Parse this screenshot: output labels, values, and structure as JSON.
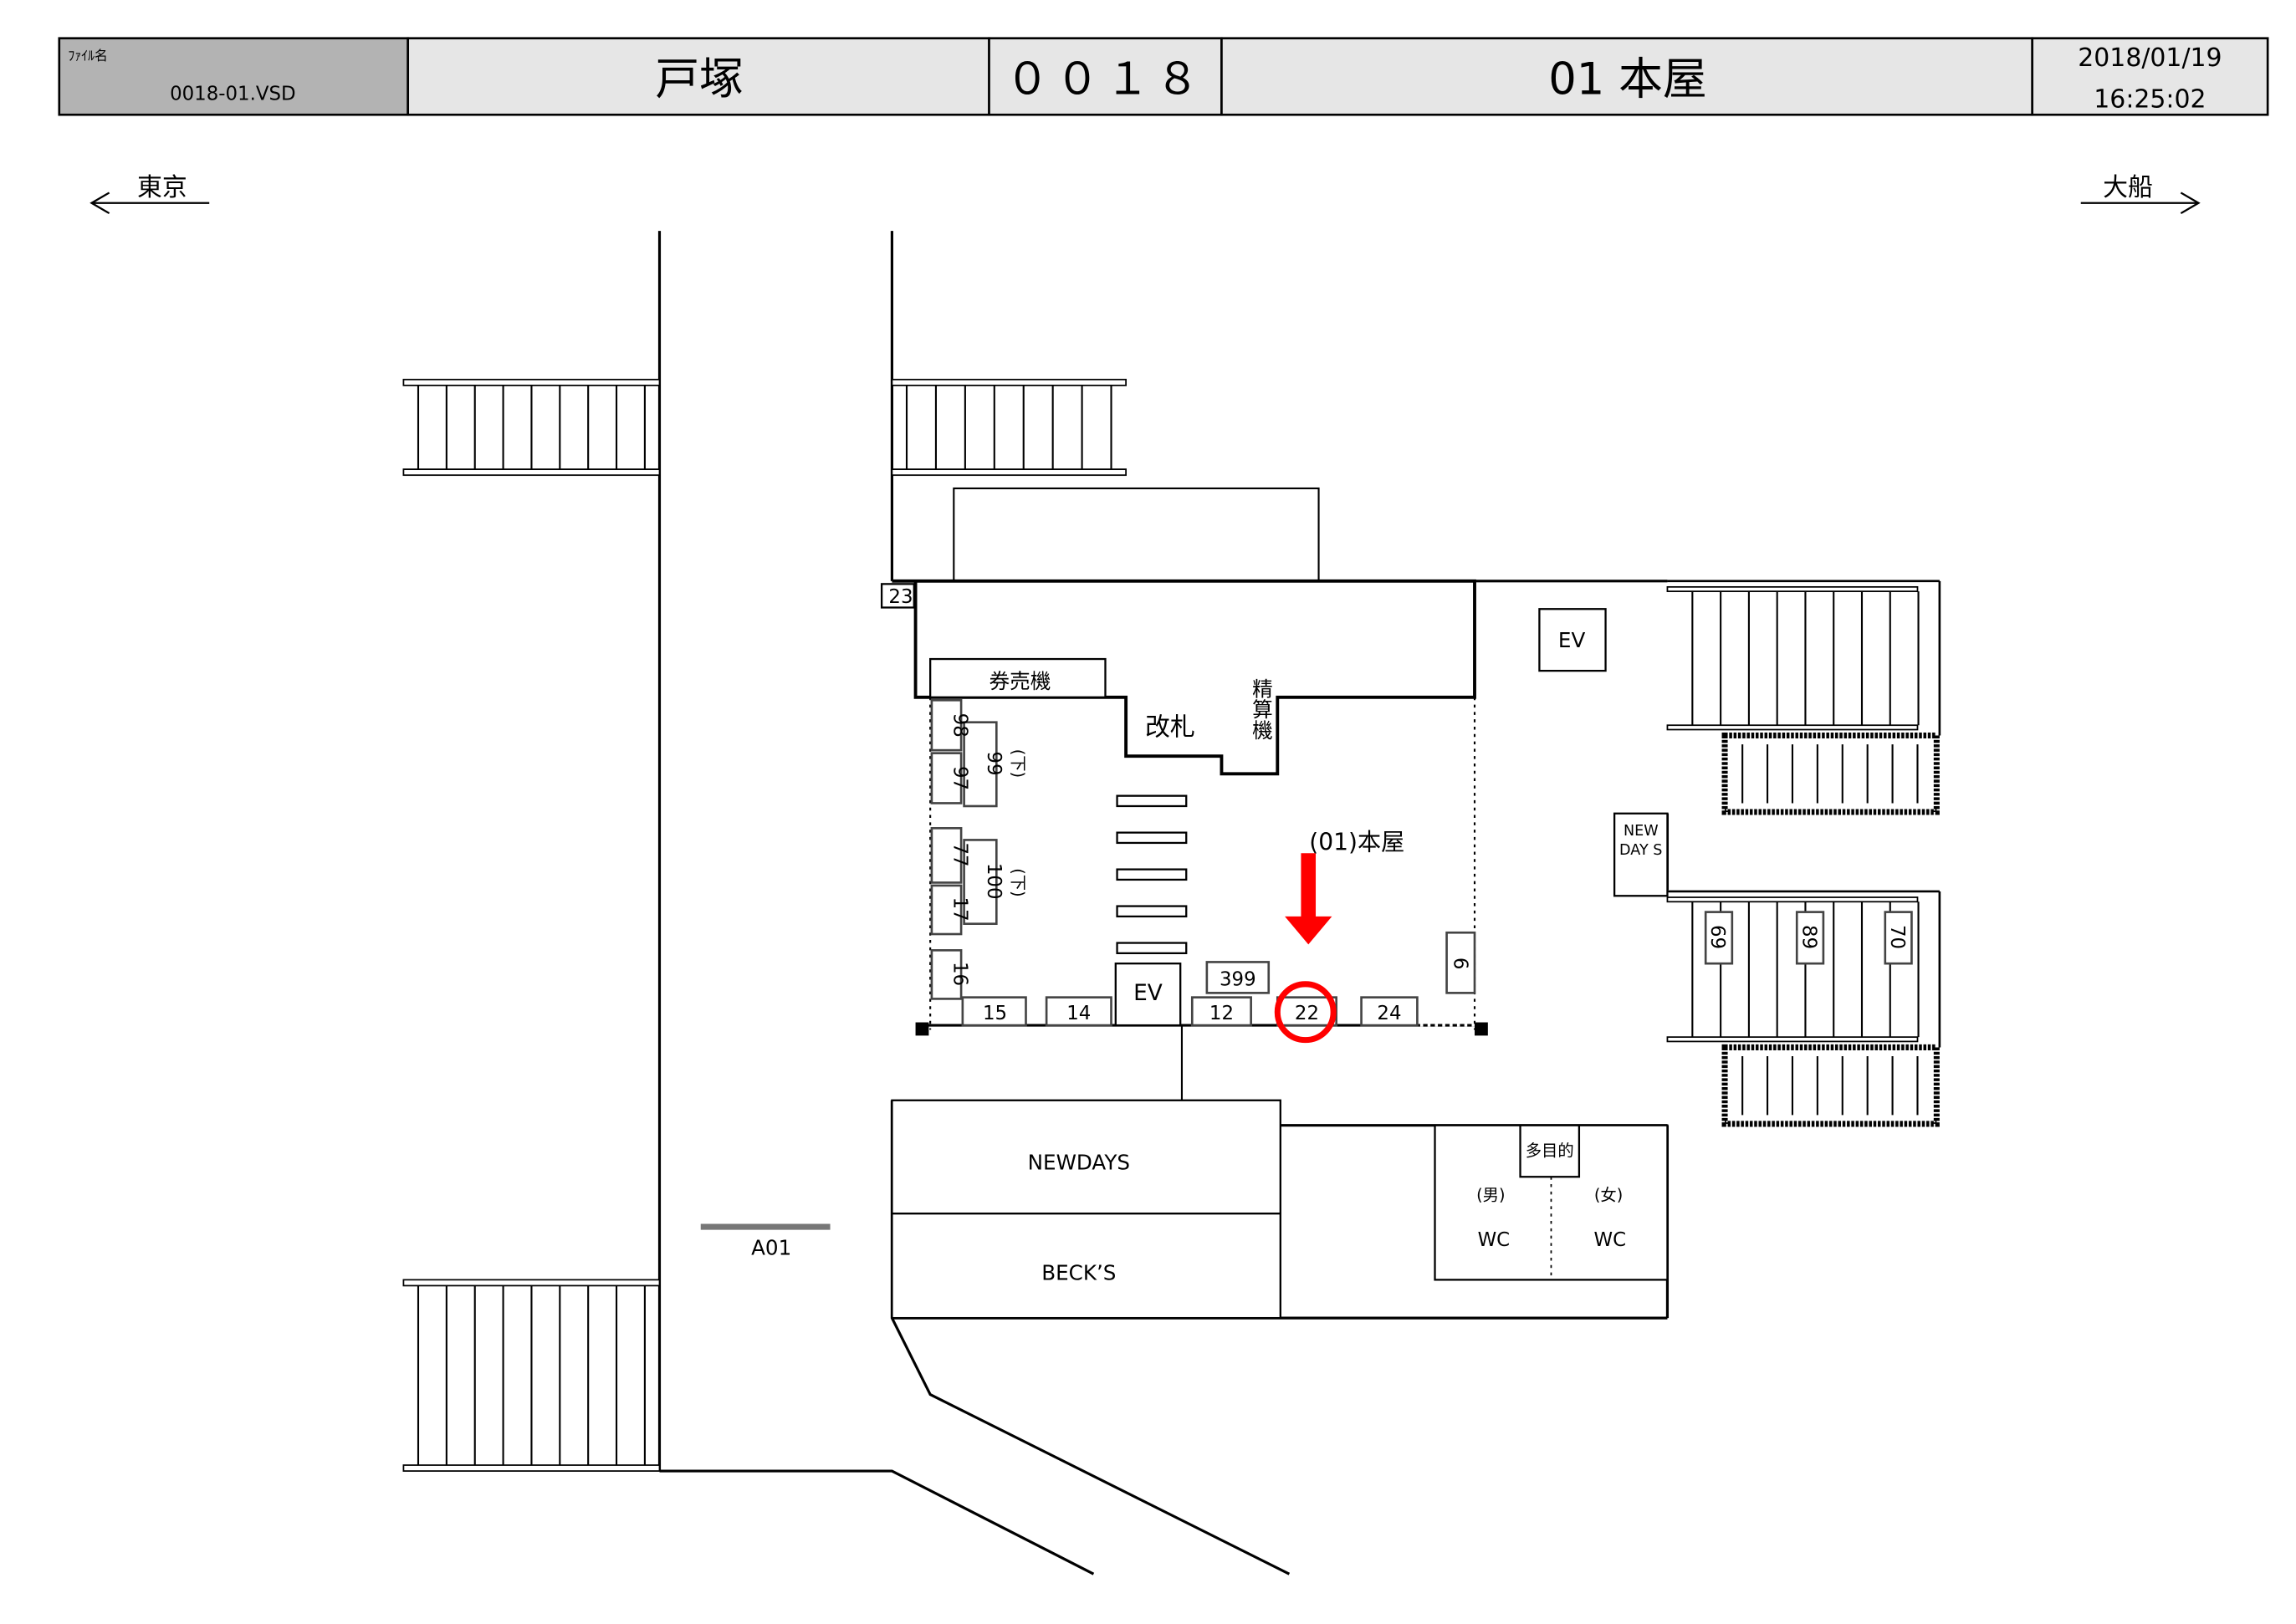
{
  "header": {
    "file_label": "ﾌｧｲﾙ名",
    "file_name": "0018-01.VSD",
    "station_name": "戸塚",
    "station_code": "００１８",
    "floor_name": "01 本屋",
    "date": "2018/01/19",
    "time": "16:25:02"
  },
  "directions": {
    "left": "東京",
    "right": "大船"
  },
  "facilities": {
    "ticket_machine": "券売機",
    "gate": "改札",
    "fare_adjust": "精算機",
    "ev_main": "EV",
    "ev_right": "EV",
    "newdays_small": "NEW DAY S",
    "newdays": "NEWDAYS",
    "becks": "BECK’S",
    "multipurpose": "多目的",
    "men": "(男)",
    "women": "(女)",
    "wc_men": "WC",
    "wc_women": "WC",
    "platform": "A01"
  },
  "target": {
    "label": "(01)本屋",
    "highlighted_code": "22",
    "color": "#ff0000"
  },
  "codes": {
    "c23": "23",
    "c98": "98",
    "c97": "97",
    "c99": "99",
    "c99_note": "(下)",
    "c77": "77",
    "c17": "17",
    "c100": "100",
    "c100_note": "(下)",
    "c16": "16",
    "c15": "15",
    "c14": "14",
    "c12": "12",
    "c399": "399",
    "c22": "22",
    "c24": "24",
    "c6": "6",
    "c69": "69",
    "c89": "89",
    "c70": "70"
  }
}
